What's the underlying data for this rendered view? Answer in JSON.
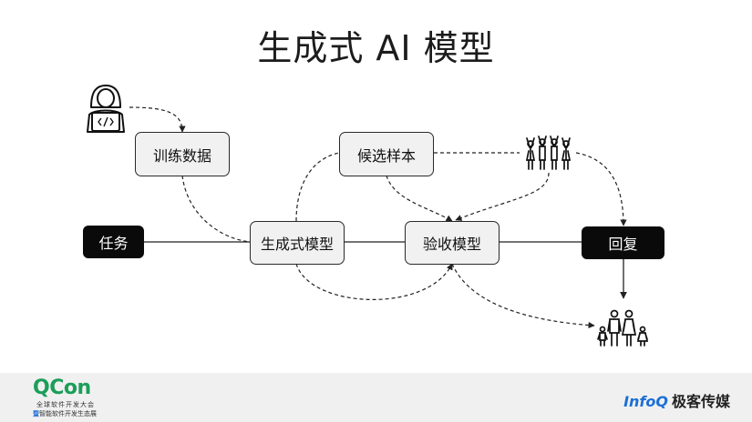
{
  "slide": {
    "title": "生成式 AI 模型"
  },
  "nodes": {
    "training_data": "训练数据",
    "candidate_samples": "候选样本",
    "task": "任务",
    "generative_model": "生成式模型",
    "verification_model": "验收模型",
    "reply": "回复"
  },
  "icons": {
    "developer": "developer-laptop-icon",
    "group": "crowd-raised-hands-icon",
    "family": "family-people-icon"
  },
  "footer": {
    "qcon_logo": "QCon",
    "qcon_tagline_1": "全球软件开发大会",
    "qcon_tagline_2_mark": "暨",
    "qcon_tagline_2": "智能软件开发生态展",
    "infoq_brand": "InfoQ",
    "infoq_cn": "极客传媒"
  },
  "colors": {
    "dark_node": "#0a0a0a",
    "light_node": "#f1f1f1",
    "qcon_green": "#1b9e5a",
    "infoq_blue": "#1b6fd6"
  }
}
